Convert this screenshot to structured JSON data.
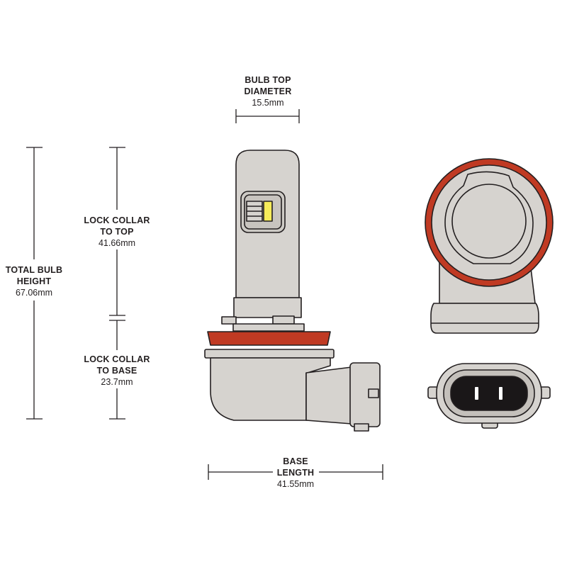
{
  "dimensions": {
    "bulb_top_diameter": {
      "title_line1": "BULB TOP",
      "title_line2": "DIAMETER",
      "value": "15.5mm"
    },
    "lock_collar_to_top": {
      "title_line1": "LOCK COLLAR",
      "title_line2": "TO TOP",
      "value": "41.66mm"
    },
    "total_bulb_height": {
      "title_line1": "TOTAL BULB",
      "title_line2": "HEIGHT",
      "value": "67.06mm"
    },
    "lock_collar_to_base": {
      "title_line1": "LOCK COLLAR",
      "title_line2": "TO BASE",
      "value": "23.7mm"
    },
    "base_length": {
      "title_line1": "BASE",
      "title_line2": "LENGTH",
      "value": "41.55mm"
    }
  },
  "colors": {
    "body_fill": "#d6d3cf",
    "body_fill_dark": "#c4c0bb",
    "outline": "#231f20",
    "collar_red": "#c03a23",
    "led_yellow": "#f6ec5a",
    "connector_black": "#1a1718",
    "dimension_line": "#231f20"
  },
  "views": [
    "side-view",
    "top-view",
    "connector-end-view"
  ]
}
